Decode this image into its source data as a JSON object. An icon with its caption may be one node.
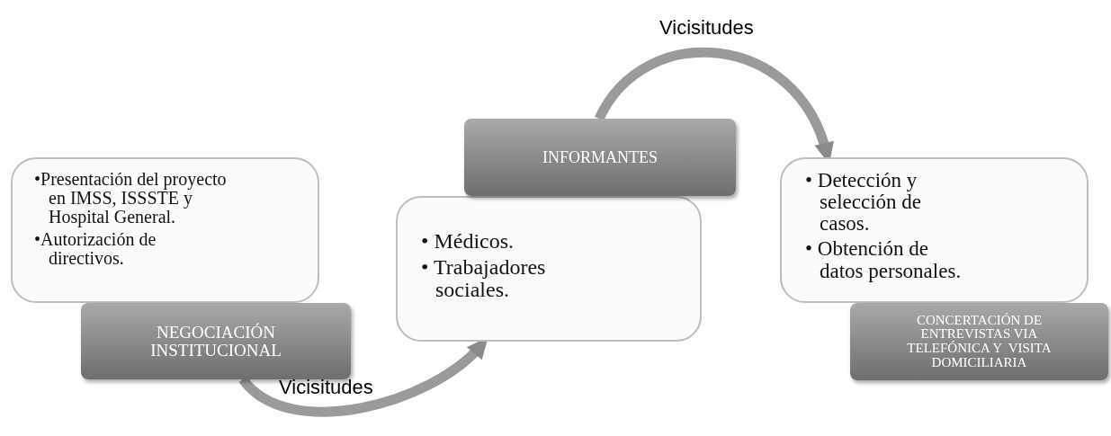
{
  "diagram": {
    "nodes": [
      {
        "text": [
          "•Presentación del proyecto en IMSS, ISSSTE y Hospital General.",
          "•Autorización de directivos."
        ]
      },
      {
        "text": [
          "NEGOCIACIÓN INSTITUCIONAL"
        ]
      },
      {
        "text": [
          "• Médicos.",
          "• Trabajadores sociales."
        ]
      },
      {
        "text": [
          "INFORMANTES"
        ]
      },
      {
        "text": [
          "• Detección y selección de casos.",
          "• Obtención de datos personales."
        ]
      },
      {
        "text": [
          "CONCERTACIÓN DE ENTREVISTAS VIA TELEFÓNICA Y  VISITA DOMICILIARIA"
        ]
      }
    ],
    "edges": [
      {
        "from": 1,
        "to": 2,
        "arrow": "to",
        "label": "Vicisitudes"
      },
      {
        "from": 3,
        "to": 4,
        "arrow": "to",
        "label": "Vicisitudes"
      }
    ]
  }
}
